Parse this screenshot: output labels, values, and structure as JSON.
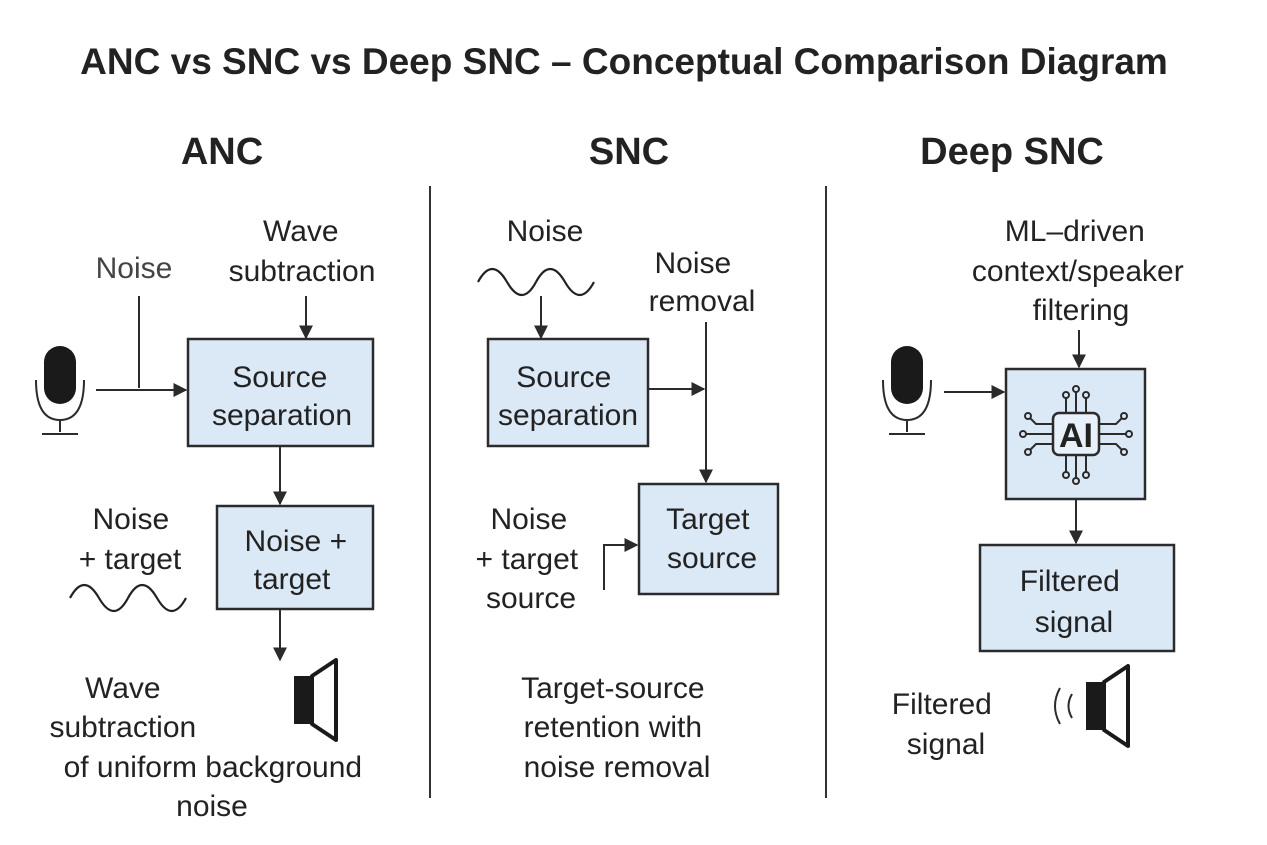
{
  "title": "ANC vs SNC vs Deep SNC – Conceptual Comparison Diagram",
  "panels": {
    "anc": {
      "title": "ANC",
      "noise_label": "Noise",
      "wave_sub_label": [
        "Wave",
        "subtraction"
      ],
      "box_source": [
        "Source",
        "separation"
      ],
      "noise_target_label": [
        "Noise",
        "+ target"
      ],
      "box_noise_target": [
        "Noise +",
        "target"
      ],
      "caption": [
        "Wave",
        "subtraction",
        "of uniform background",
        "noise"
      ],
      "icons": [
        "microphone-icon",
        "speaker-icon",
        "wave-icon"
      ]
    },
    "snc": {
      "title": "SNC",
      "noise_label": "Noise",
      "removal_label": [
        "Noise",
        "removal"
      ],
      "box_source": [
        "Source",
        "separation"
      ],
      "noise_target_label": [
        "Noise",
        "+ target",
        "source"
      ],
      "box_target": [
        "Target",
        "source"
      ],
      "caption": [
        "Target-source",
        "retention with",
        "noise removal"
      ],
      "icons": [
        "wave-icon"
      ]
    },
    "deep": {
      "title": "Deep SNC",
      "ml_label": [
        "ML–driven",
        "context/speaker",
        "filtering"
      ],
      "ai_label": "AI",
      "box_filtered": [
        "Filtered",
        "signal"
      ],
      "output_label": [
        "Filtered",
        "signal"
      ],
      "icons": [
        "microphone-icon",
        "ai-chip-icon",
        "speaker-icon"
      ]
    }
  },
  "colors": {
    "box_fill": "#dbe8f6",
    "stroke": "#2b2b2b",
    "text": "#222222"
  }
}
